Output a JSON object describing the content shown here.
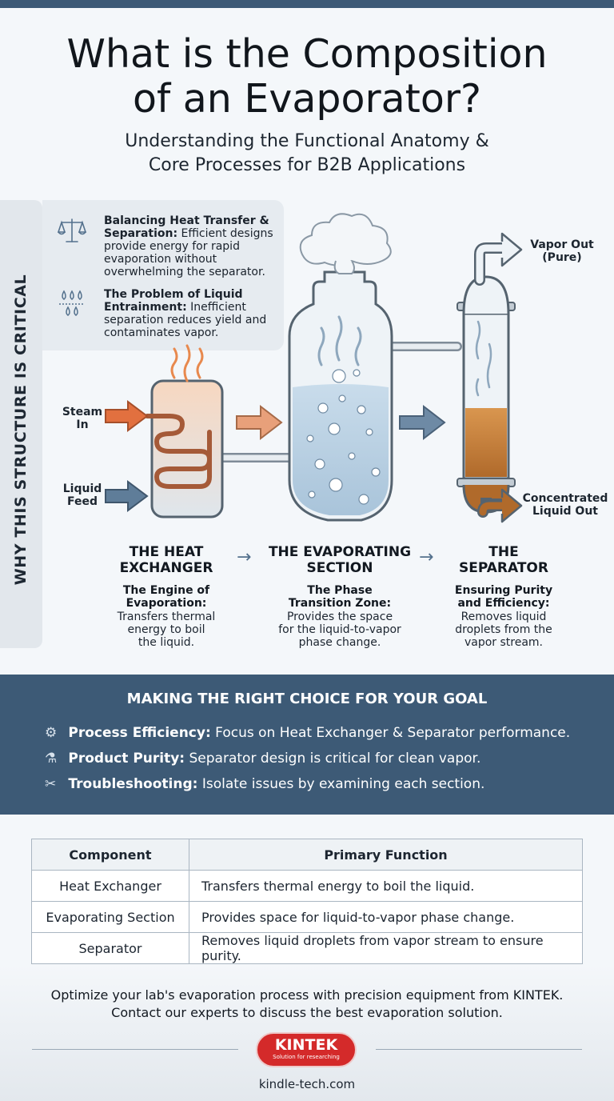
{
  "header": {
    "title": "What is the Composition\nof an Evaporator?",
    "subtitle": "Understanding the Functional Anatomy &\nCore Processes for B2B Applications"
  },
  "sidebar": {
    "label": "WHY THIS STRUCTURE IS CRITICAL"
  },
  "critical": [
    {
      "icon": "balance-scale-icon",
      "title": "Balancing Heat Transfer & Separation:",
      "text": "Efficient designs provide energy for rapid evaporation without overwhelming the separator."
    },
    {
      "icon": "water-drops-icon",
      "title": "The Problem of Liquid Entrainment:",
      "text": "Inefficient separation reduces yield and contaminates vapor."
    }
  ],
  "diagram_labels": {
    "steam_in": "Steam\nIn",
    "liquid_feed": "Liquid\nFeed",
    "vapor_out": "Vapor Out\n(Pure)",
    "concentrated_out": "Concentrated\nLiquid Out"
  },
  "components": [
    {
      "title": "THE HEAT\nEXCHANGER",
      "subtitle": "The Engine of\nEvaporation:",
      "desc": "Transfers thermal\nenergy to boil\nthe liquid."
    },
    {
      "title": "THE EVAPORATING\nSECTION",
      "subtitle": "The Phase\nTransition Zone:",
      "desc": "Provides the space\nfor the liquid-to-vapor\nphase change."
    },
    {
      "title": "THE\nSEPARATOR",
      "subtitle": "Ensuring Purity\nand Efficiency:",
      "desc": "Removes liquid\ndroplets from the\nvapor stream."
    }
  ],
  "flow_arrow_glyph": "→",
  "choice": {
    "title": "MAKING THE RIGHT CHOICE FOR YOUR GOAL",
    "items": [
      {
        "icon": "gear-icon",
        "glyph": "⚙",
        "bold": "Process Efficiency:",
        "text": "Focus on Heat Exchanger & Separator performance."
      },
      {
        "icon": "flask-icon",
        "glyph": "⚗",
        "bold": "Product Purity:",
        "text": "Separator design is critical for clean vapor."
      },
      {
        "icon": "tools-icon",
        "glyph": "✂",
        "bold": "Troubleshooting:",
        "text": "Isolate issues by examining each section."
      }
    ]
  },
  "table": {
    "headers": [
      "Component",
      "Primary Function"
    ],
    "rows": [
      [
        "Heat Exchanger",
        "Transfers thermal energy to boil the liquid."
      ],
      [
        "Evaporating Section",
        "Provides space for liquid-to-vapor phase change."
      ],
      [
        "Separator",
        "Removes liquid droplets from vapor stream to ensure purity."
      ]
    ]
  },
  "cta": "Optimize your lab's evaporation process with precision equipment from KINTEK.\nContact our experts to discuss the best evaporation solution.",
  "logo": {
    "name": "KINTEK",
    "tagline": "Solution for researching"
  },
  "website": "kindle-tech.com",
  "colors": {
    "header_band": "#3d5a76",
    "steam_arrow": "#e2703f",
    "feed_arrow": "#5f7d99",
    "liquid_blue": "#b9d3e4",
    "concentrate": "#c87a35",
    "brand_red": "#d42a2a"
  }
}
